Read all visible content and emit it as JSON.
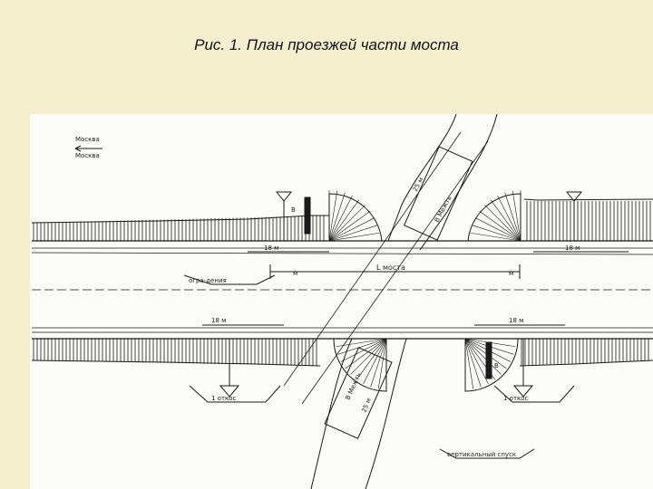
{
  "title": "Рис. 1. План проезжей части моста",
  "drawing": {
    "direction_top": "Москва",
    "direction_bottom": "Москва",
    "bridge_length": "L моста",
    "fence": "огра-дения",
    "dist_18_top": "18 м",
    "dist_18_top_right": "18 м",
    "dist_18_bottom_left": "18 м",
    "dist_18_bottom_right": "18 м",
    "dist_left_m": "м",
    "dist_right_m": "м",
    "cone_label_left": "1 откос",
    "cone_label_right": "1 откос",
    "width_top": "В",
    "width_bottom": "В",
    "span_top": "25 м",
    "span_bottom": "25 м",
    "pipe_top": "В Межть",
    "pipe_bottom": "В Межть",
    "slope_note": "вертикальный спуск"
  },
  "colors": {
    "ink": "#1a1a1a",
    "paper": "#fbfbf8",
    "slide_bg": "#f6efcf"
  }
}
